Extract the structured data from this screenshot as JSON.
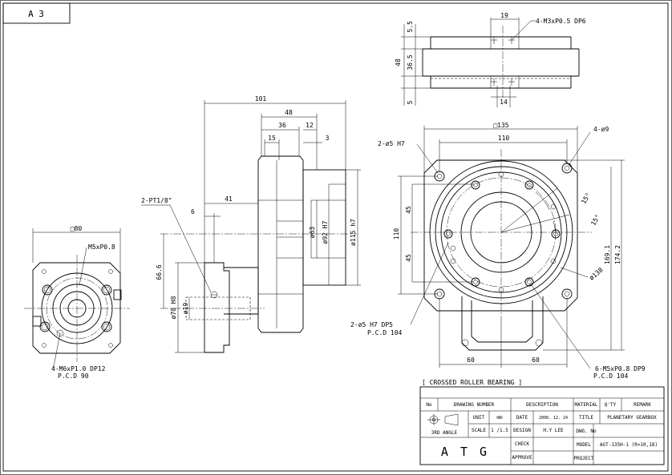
{
  "sheet": {
    "size_label": "A 3"
  },
  "top_view": {
    "left_dims": [
      "5.5",
      "48",
      "36.5",
      "5"
    ],
    "top_dim": "19",
    "bottom_dim": "14",
    "thread_note": "4-M3xP0.5 DP6"
  },
  "left_view": {
    "square": "□80",
    "thread_top": "M5xP0.8",
    "thread_bottom": "4-M6xP1.0 DP12",
    "pcd": "P.C.D 90"
  },
  "side_view": {
    "overall": "101",
    "d48": "48",
    "d36": "36",
    "d12": "12",
    "d15": "15",
    "d3": "3",
    "d41": "41",
    "d6": "6",
    "d66": "66.6",
    "pt_note": "2-PT1/8\"",
    "dia63": "ø63",
    "dia92": "ø92 H7",
    "dia115": "ø115 h7",
    "dia70": "ø70 H8",
    "dia19": "ø19"
  },
  "front_view": {
    "square": "□135",
    "d110": "110",
    "pin_top": "2-ø5 H7",
    "holes": "4-ø9",
    "ang1": "15°",
    "ang2": "15°",
    "d45a": "45",
    "d45b": "45",
    "d110v": "110",
    "d1691": "169.1",
    "d1742": "174.2",
    "dia138": "ø138",
    "d60a": "60",
    "d60b": "60",
    "pin_bottom": "2-ø5 H7 DP5",
    "pin_bottom_pcd": "P.C.D 104",
    "thread_note": "6-M5xP0.8 DP9",
    "thread_pcd": "P.C.D 104"
  },
  "title_block": {
    "caption": "[ CROSSED ROLLER BEARING ]",
    "headers": [
      "No",
      "DRAWING NUMBER",
      "DESCRIPTION",
      "MATERIAL",
      "Q'TY",
      "REMARK"
    ],
    "projection": "3RD ANGLE",
    "unit_label": "UNIT",
    "unit_value": "mm",
    "scale_label": "SCALE",
    "scale_value": "1 /1.5",
    "date_label": "DATE",
    "date_value": "2008. 12. 24",
    "design_label": "DESIGN",
    "design_value": "H.Y LEE",
    "check_label": "CHECK",
    "approve_label": "APPROVE",
    "title_label": "TITLE",
    "title_value": "PLANETARY GEARBOX",
    "dwg_label": "DWG. No",
    "model_label": "MODEL",
    "model_value": "AGT-135H-1 (R=10,18)",
    "project_label": "PROJECT",
    "logo": "A T G"
  }
}
